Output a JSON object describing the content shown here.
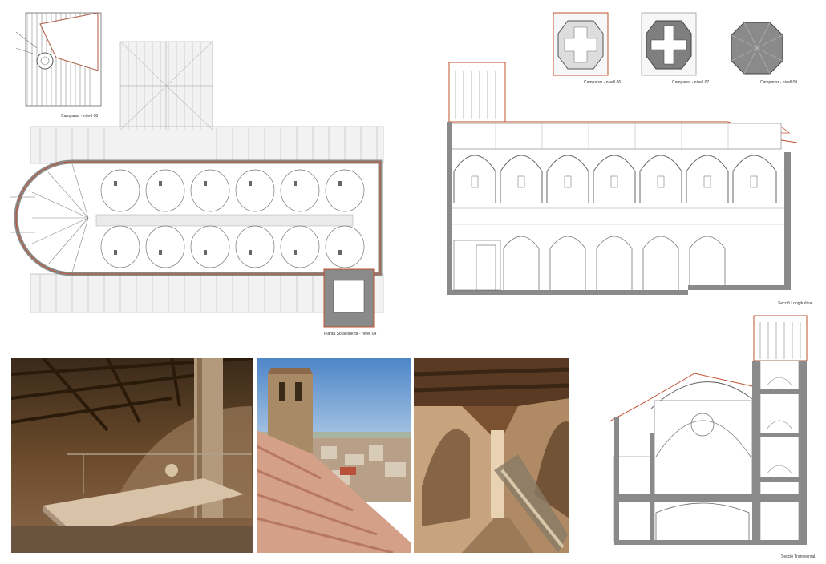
{
  "captions": {
    "campanar_n08": "Campanar - nivell 08",
    "planta_sotacoberta": "Planta Sotacoberta - nivell 04",
    "campanar_n06": "Campanar - nivell 06",
    "campanar_n07": "Campanar - nivell 07",
    "campanar_n09": "Campanar - nivell 09",
    "seccio_longitudinal": "Secció Longitudinal",
    "seccio_transversal": "Secció Transversal"
  },
  "colors": {
    "accent": "#c0502e",
    "wall": "#9a9a9a",
    "line": "#555555",
    "sky": "#7aa6d6",
    "terracotta": "#c97a5a",
    "wood": "#7a5232"
  }
}
